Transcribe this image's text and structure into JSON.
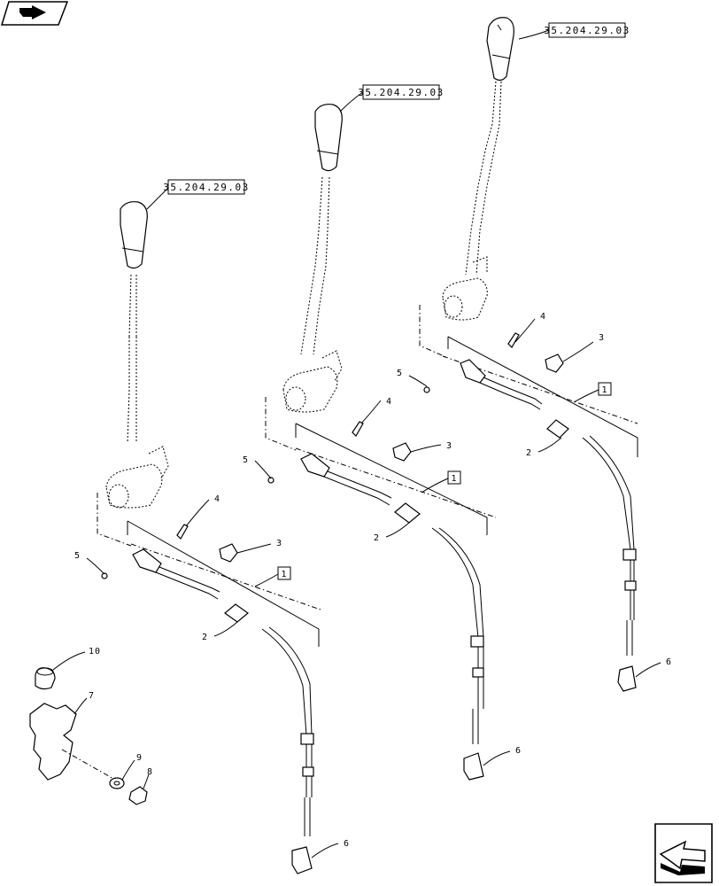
{
  "references": {
    "top": "35.204.29.03",
    "middle": "35.204.29.03",
    "left": "35.204.29.03"
  },
  "assembly_boxes": {
    "right": "1",
    "middle": "1",
    "left": "1"
  },
  "callouts": {
    "right": {
      "p2": "2",
      "p3": "3",
      "p4": "4",
      "p5": "5",
      "p6": "6"
    },
    "middle": {
      "p2": "2",
      "p3": "3",
      "p4": "4",
      "p5": "5",
      "p6": "6"
    },
    "left": {
      "p2": "2",
      "p3": "3",
      "p4": "4",
      "p5": "5",
      "p6": "6"
    },
    "loose": {
      "p7": "7",
      "p8": "8",
      "p9": "9",
      "p10": "10"
    }
  },
  "icons": {
    "top_left": "previous-page-icon",
    "bottom_right": "next-page-arrow-icon"
  }
}
